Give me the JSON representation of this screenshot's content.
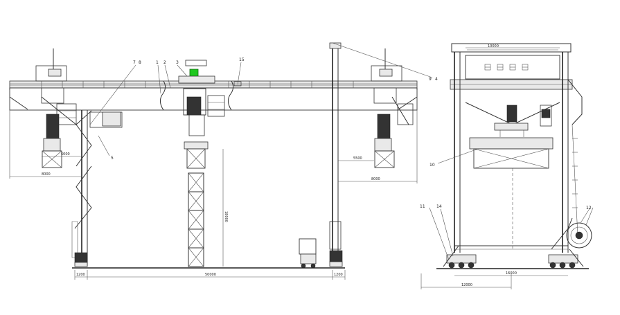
{
  "callouts": {
    "c1": "1",
    "c2": "2",
    "c3": "3",
    "c4": "4",
    "c5": "5",
    "c7": "7",
    "c8": "8",
    "c9": "9",
    "c10": "10",
    "c11": "11",
    "c12": "12",
    "c14": "14",
    "c15": "15"
  },
  "dimensions": {
    "left_overhang": "8000",
    "left_height": "6000",
    "span": "50000",
    "lift_height": "18000",
    "right_inner": "5500",
    "right_overhang": "8000",
    "base_left": "1200",
    "base_right": "1200",
    "side_gauge": "16000",
    "side_half": "12000",
    "side_top": "10000"
  },
  "colors": {
    "line": "#333333",
    "accent_green": "#1ec81e",
    "background": "#ffffff"
  }
}
